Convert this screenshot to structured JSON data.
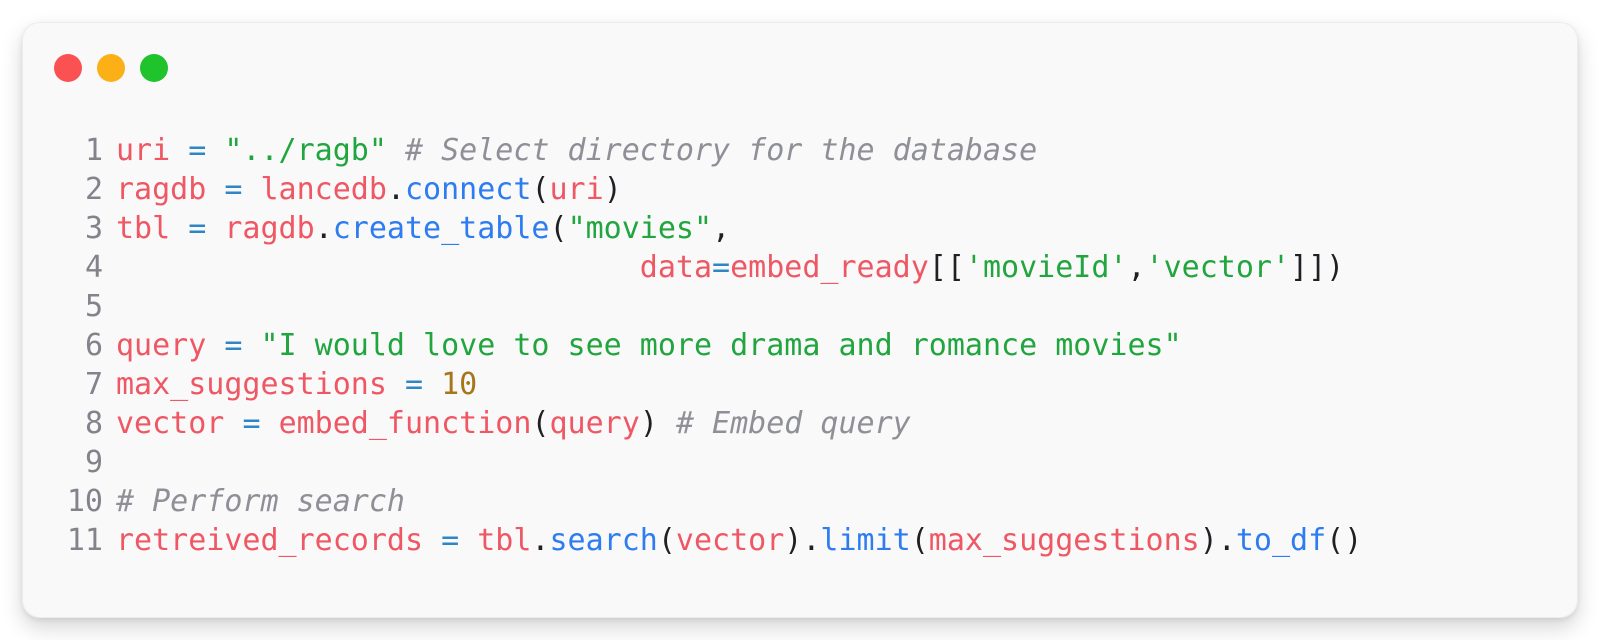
{
  "window": {
    "page_background": "#ffffff",
    "background": "#f9f9fa",
    "traffic_lights": [
      {
        "name": "close",
        "color": "#fa5152"
      },
      {
        "name": "minimize",
        "color": "#fcb017"
      },
      {
        "name": "zoom",
        "color": "#1fc32b"
      }
    ]
  },
  "editor": {
    "language": "python",
    "colors": {
      "variable": "#ee5763",
      "function": "#2d7cf0",
      "operator": "#2e86c4",
      "string": "#21a53e",
      "number": "#a6761b",
      "comment": "#8f8f97",
      "punctuation": "#202024",
      "line_number": "#83838b"
    },
    "lines": [
      {
        "number": "1",
        "tokens": [
          {
            "t": "uri",
            "c": "variable"
          },
          {
            "t": " ",
            "c": "punctuation"
          },
          {
            "t": "=",
            "c": "operator"
          },
          {
            "t": " ",
            "c": "punctuation"
          },
          {
            "t": "\"../ragb\"",
            "c": "string"
          },
          {
            "t": " ",
            "c": "punctuation"
          },
          {
            "t": "# Select directory for the database",
            "c": "comment"
          }
        ]
      },
      {
        "number": "2",
        "tokens": [
          {
            "t": "ragdb",
            "c": "variable"
          },
          {
            "t": " ",
            "c": "punctuation"
          },
          {
            "t": "=",
            "c": "operator"
          },
          {
            "t": " ",
            "c": "punctuation"
          },
          {
            "t": "lancedb",
            "c": "variable"
          },
          {
            "t": ".",
            "c": "punctuation"
          },
          {
            "t": "connect",
            "c": "function"
          },
          {
            "t": "(",
            "c": "punctuation"
          },
          {
            "t": "uri",
            "c": "variable"
          },
          {
            "t": ")",
            "c": "punctuation"
          }
        ]
      },
      {
        "number": "3",
        "tokens": [
          {
            "t": "tbl",
            "c": "variable"
          },
          {
            "t": " ",
            "c": "punctuation"
          },
          {
            "t": "=",
            "c": "operator"
          },
          {
            "t": " ",
            "c": "punctuation"
          },
          {
            "t": "ragdb",
            "c": "variable"
          },
          {
            "t": ".",
            "c": "punctuation"
          },
          {
            "t": "create_table",
            "c": "function"
          },
          {
            "t": "(",
            "c": "punctuation"
          },
          {
            "t": "\"movies\"",
            "c": "string"
          },
          {
            "t": ",",
            "c": "punctuation"
          }
        ]
      },
      {
        "number": "4",
        "tokens": [
          {
            "t": "                             ",
            "c": "punctuation"
          },
          {
            "t": "data",
            "c": "variable"
          },
          {
            "t": "=",
            "c": "operator"
          },
          {
            "t": "embed_ready",
            "c": "variable"
          },
          {
            "t": "[[",
            "c": "punctuation"
          },
          {
            "t": "'movieId'",
            "c": "string"
          },
          {
            "t": ",",
            "c": "punctuation"
          },
          {
            "t": "'vector'",
            "c": "string"
          },
          {
            "t": "]])",
            "c": "punctuation"
          }
        ]
      },
      {
        "number": "5",
        "tokens": []
      },
      {
        "number": "6",
        "tokens": [
          {
            "t": "query",
            "c": "variable"
          },
          {
            "t": " ",
            "c": "punctuation"
          },
          {
            "t": "=",
            "c": "operator"
          },
          {
            "t": " ",
            "c": "punctuation"
          },
          {
            "t": "\"I would love to see more drama and romance movies\"",
            "c": "string"
          }
        ]
      },
      {
        "number": "7",
        "tokens": [
          {
            "t": "max_suggestions",
            "c": "variable"
          },
          {
            "t": " ",
            "c": "punctuation"
          },
          {
            "t": "=",
            "c": "operator"
          },
          {
            "t": " ",
            "c": "punctuation"
          },
          {
            "t": "10",
            "c": "number"
          }
        ]
      },
      {
        "number": "8",
        "tokens": [
          {
            "t": "vector",
            "c": "variable"
          },
          {
            "t": " ",
            "c": "punctuation"
          },
          {
            "t": "=",
            "c": "operator"
          },
          {
            "t": " ",
            "c": "punctuation"
          },
          {
            "t": "embed_function",
            "c": "variable"
          },
          {
            "t": "(",
            "c": "punctuation"
          },
          {
            "t": "query",
            "c": "variable"
          },
          {
            "t": ")",
            "c": "punctuation"
          },
          {
            "t": " ",
            "c": "punctuation"
          },
          {
            "t": "# Embed query",
            "c": "comment"
          }
        ]
      },
      {
        "number": "9",
        "tokens": []
      },
      {
        "number": "10",
        "tokens": [
          {
            "t": "# Perform search",
            "c": "comment"
          }
        ]
      },
      {
        "number": "11",
        "tokens": [
          {
            "t": "retreived_records",
            "c": "variable"
          },
          {
            "t": " ",
            "c": "punctuation"
          },
          {
            "t": "=",
            "c": "operator"
          },
          {
            "t": " ",
            "c": "punctuation"
          },
          {
            "t": "tbl",
            "c": "variable"
          },
          {
            "t": ".",
            "c": "punctuation"
          },
          {
            "t": "search",
            "c": "function"
          },
          {
            "t": "(",
            "c": "punctuation"
          },
          {
            "t": "vector",
            "c": "variable"
          },
          {
            "t": ").",
            "c": "punctuation"
          },
          {
            "t": "limit",
            "c": "function"
          },
          {
            "t": "(",
            "c": "punctuation"
          },
          {
            "t": "max_suggestions",
            "c": "variable"
          },
          {
            "t": ").",
            "c": "punctuation"
          },
          {
            "t": "to_df",
            "c": "function"
          },
          {
            "t": "()",
            "c": "punctuation"
          }
        ]
      }
    ]
  }
}
